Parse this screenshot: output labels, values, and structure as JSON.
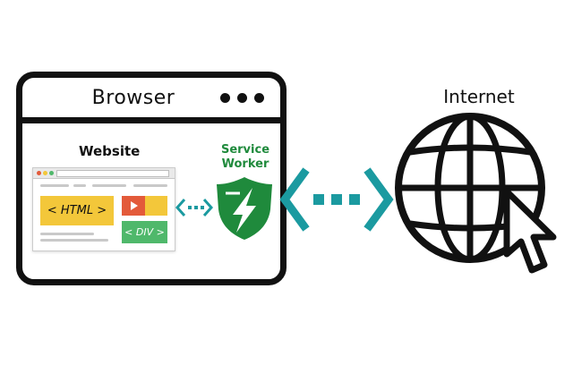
{
  "browser": {
    "title": "Browser"
  },
  "website": {
    "title": "Website",
    "html_label": "< HTML >",
    "div_label": "< DIV >"
  },
  "service_worker": {
    "line1": "Service",
    "line2": "Worker"
  },
  "internet": {
    "label": "Internet"
  },
  "colors": {
    "teal_arrow": "#1b9aa0",
    "sw_green": "#1f8a3c",
    "yellow": "#f3c73a",
    "red": "#e35a3a",
    "green_box": "#4fb86b",
    "black": "#111111"
  },
  "icons": [
    "shield-icon",
    "globe-icon",
    "cursor-arrow-icon",
    "play-icon",
    "bidirectional-arrow-icon"
  ]
}
